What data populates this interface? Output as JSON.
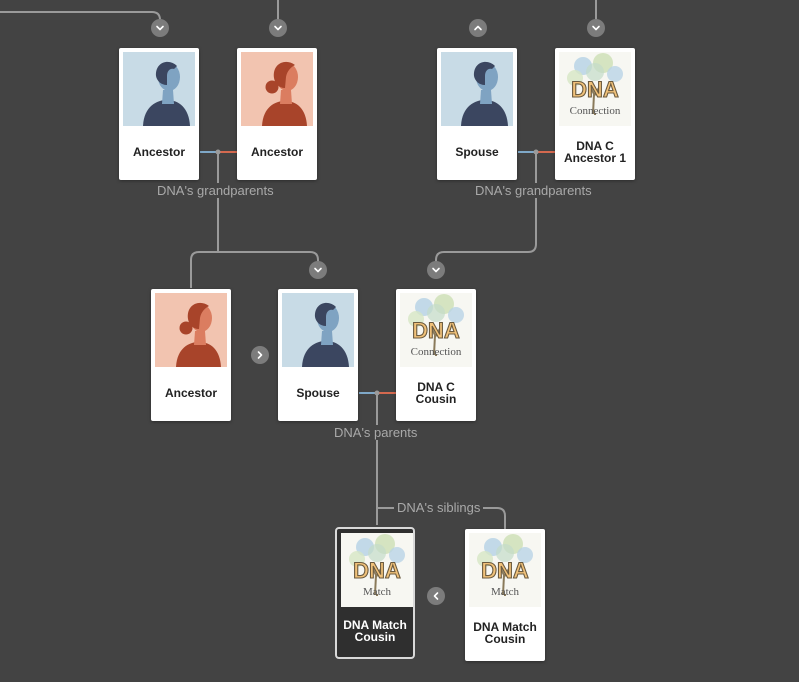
{
  "colors": {
    "background": "#434343",
    "connector": "#9a9a9a",
    "male_link": "#7fa8c8",
    "female_link": "#d4694f",
    "toggle": "#7c7c7c"
  },
  "labels": {
    "grandparents_left": "DNA's grandparents",
    "grandparents_right": "DNA's grandparents",
    "parents": "DNA's parents",
    "siblings": "DNA's siblings"
  },
  "people": {
    "gp1": {
      "name": "Ancestor",
      "avatar": "male-silhouette"
    },
    "gp2": {
      "name": "Ancestor",
      "avatar": "female-silhouette"
    },
    "gp3": {
      "name": "Spouse",
      "avatar": "male-silhouette"
    },
    "gp4": {
      "name": "DNA C\nAncestor 1",
      "avatar": "dna-connection-logo"
    },
    "p0": {
      "name": "Ancestor",
      "avatar": "female-silhouette"
    },
    "p1": {
      "name": "Spouse",
      "avatar": "male-silhouette"
    },
    "p2": {
      "name": "DNA C\nCousin",
      "avatar": "dna-connection-logo"
    },
    "self": {
      "name": "DNA Match\nCousin",
      "avatar": "dna-match-logo",
      "selected": true
    },
    "sib": {
      "name": "DNA Match\nCousin",
      "avatar": "dna-match-logo"
    }
  },
  "logos": {
    "connection": {
      "big": "DNA",
      "small": "Connection"
    },
    "match": {
      "big": "DNA",
      "small": "Match"
    }
  },
  "toggles": {
    "gp1": "chevron-down",
    "gp2": "chevron-down",
    "gp3": "chevron-up",
    "gp4": "chevron-down",
    "p1": "chevron-down",
    "p2": "chevron-down",
    "p0_more": "chevron-right",
    "sib_less": "chevron-left"
  }
}
